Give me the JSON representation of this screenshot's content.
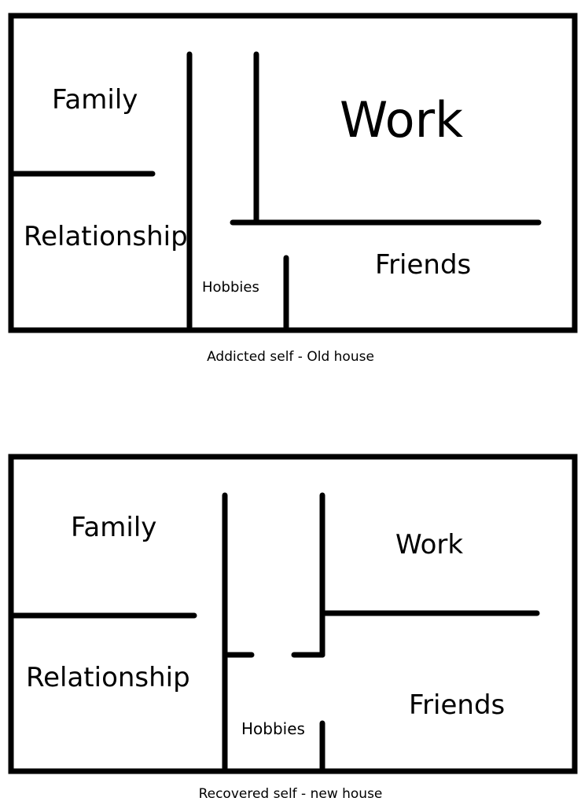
{
  "old_house": {
    "caption": "Addicted self - Old house",
    "rooms": {
      "family": "Family",
      "work": "Work",
      "relationship": "Relationship",
      "friends": "Friends",
      "hobbies": "Hobbies"
    }
  },
  "new_house": {
    "caption": "Recovered self - new house",
    "rooms": {
      "family": "Family",
      "work": "Work",
      "relationship": "Relationship",
      "friends": "Friends",
      "hobbies": "Hobbies"
    }
  }
}
